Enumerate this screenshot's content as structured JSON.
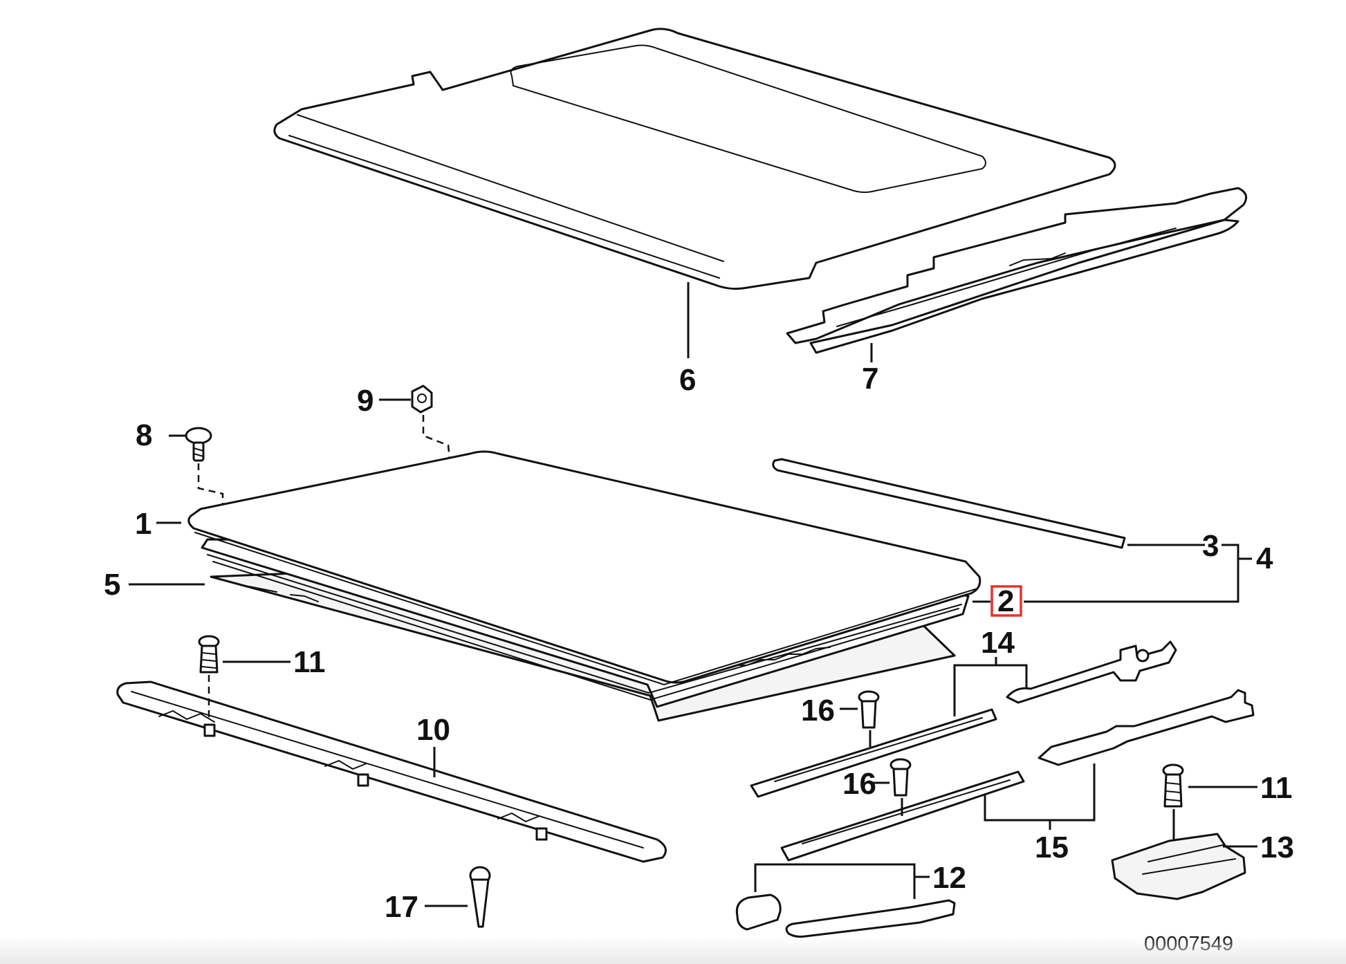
{
  "callouts": {
    "c1": "1",
    "c2": "2",
    "c3": "3",
    "c4": "4",
    "c5": "5",
    "c6": "6",
    "c7": "7",
    "c8": "8",
    "c9": "9",
    "c10": "10",
    "c11a": "11",
    "c11b": "11",
    "c12": "12",
    "c13": "13",
    "c14": "14",
    "c15": "15",
    "c16a": "16",
    "c16b": "16",
    "c17": "17"
  },
  "highlighted_callout": "2",
  "highlight_color": "#e8302a",
  "reference_number": "00007549"
}
